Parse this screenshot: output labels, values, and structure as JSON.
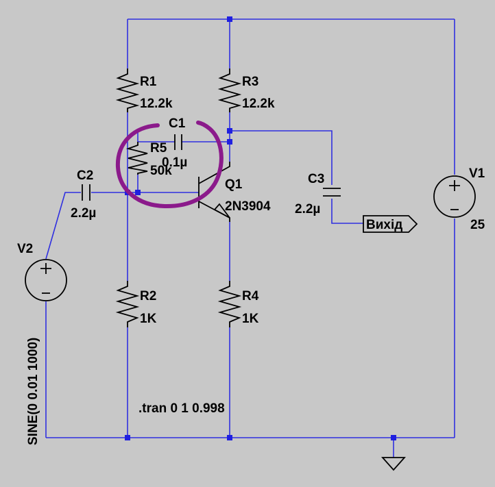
{
  "components": {
    "r1": {
      "ref": "R1",
      "value": "12.2k"
    },
    "r2": {
      "ref": "R2",
      "value": "1K"
    },
    "r3": {
      "ref": "R3",
      "value": "12.2k"
    },
    "r4": {
      "ref": "R4",
      "value": "1K"
    },
    "r5": {
      "ref": "R5",
      "value": "50k"
    },
    "c1": {
      "ref": "C1",
      "value": "0.1µ"
    },
    "c2": {
      "ref": "C2",
      "value": "2.2µ"
    },
    "c3": {
      "ref": "C3",
      "value": "2.2µ"
    },
    "q1": {
      "ref": "Q1",
      "value": "2N3904"
    },
    "v1": {
      "ref": "V1",
      "value": "25"
    },
    "v2": {
      "ref": "V2",
      "value": "SINE(0 0.01 1000)"
    }
  },
  "net_label": "Вихід",
  "directive": ".tran 0 1 0.998",
  "colors": {
    "background": "#c8c8c8",
    "wire": "#2f2fe0",
    "component": "#000000",
    "highlight": "#8b1a8b"
  }
}
